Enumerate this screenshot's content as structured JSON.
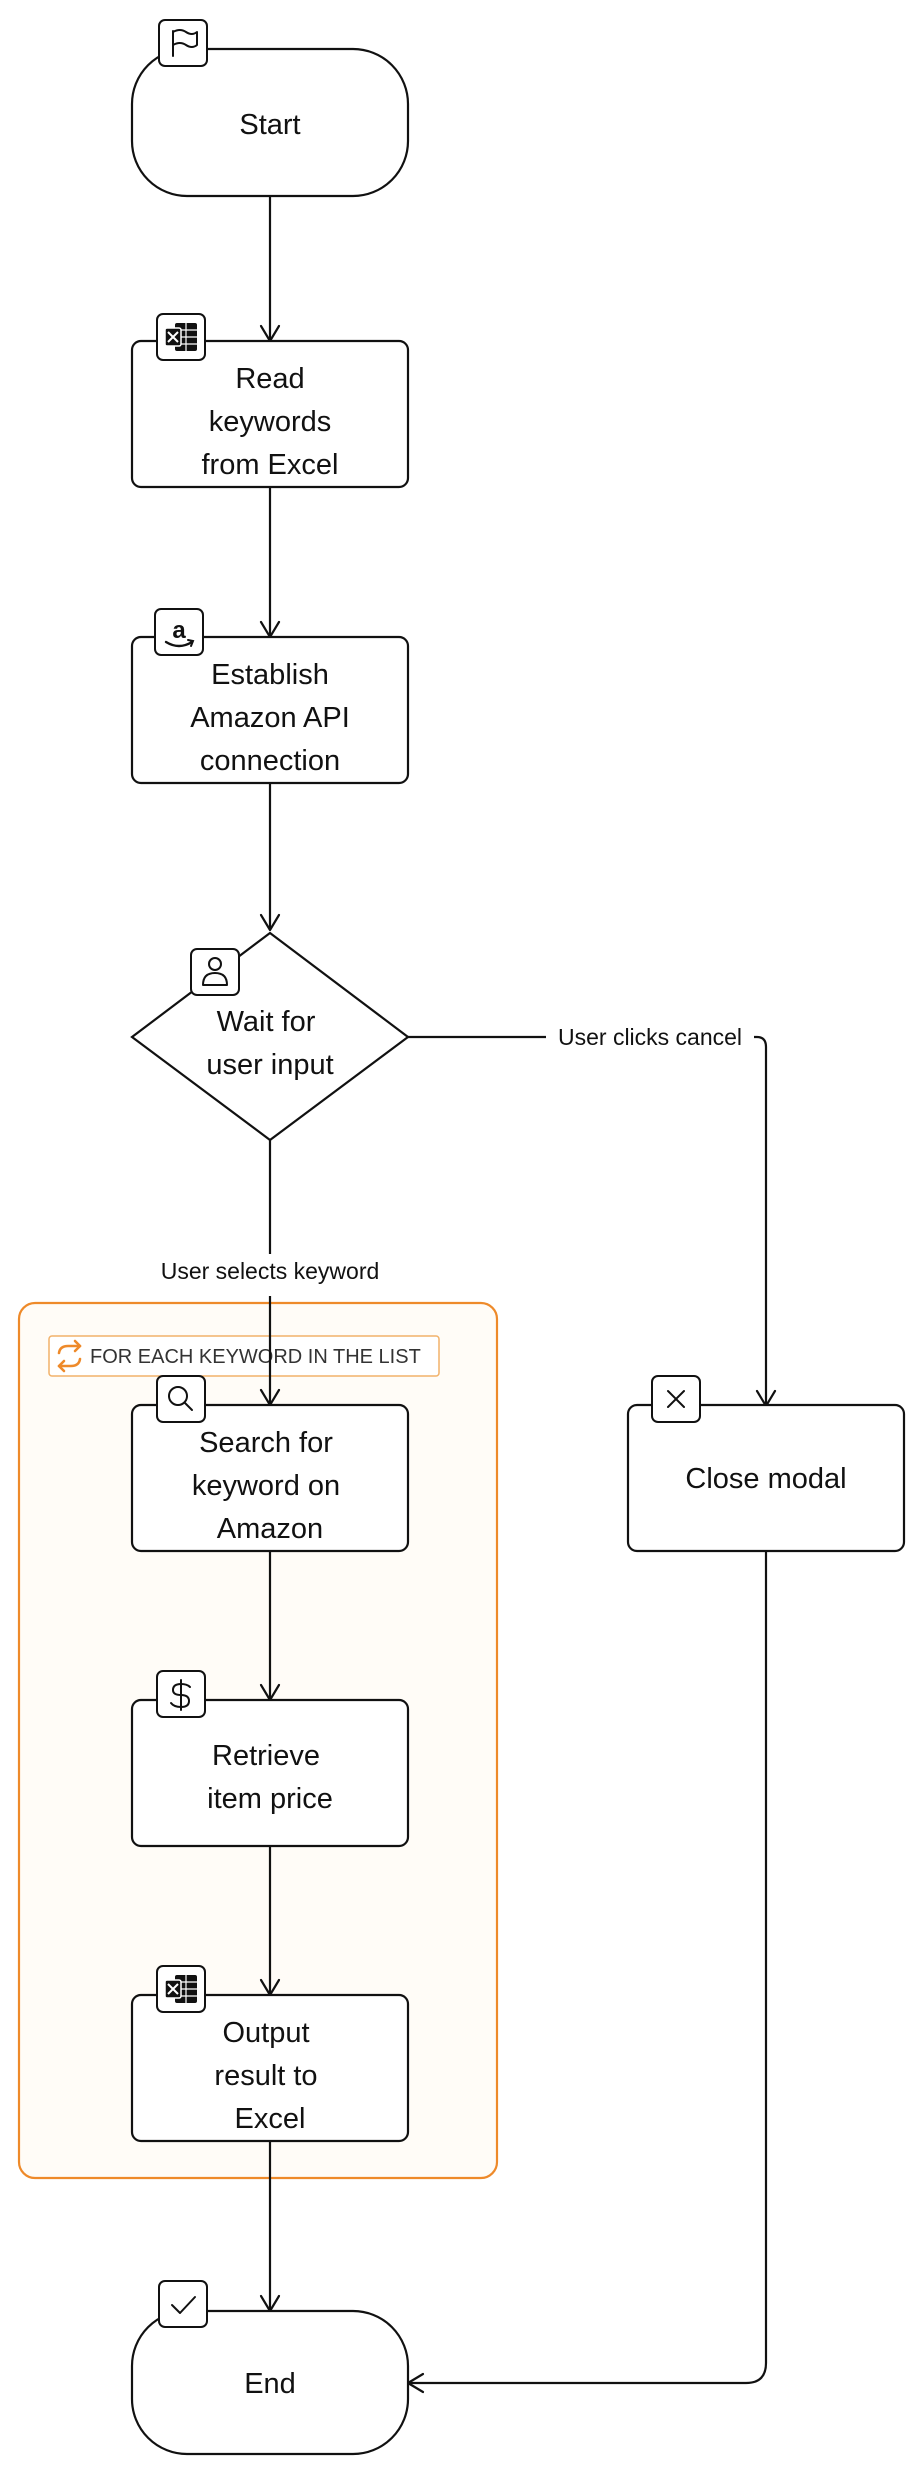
{
  "diagram": {
    "nodes": {
      "start": {
        "lines": [
          "Start"
        ],
        "icon": "flag-icon"
      },
      "read_keywords": {
        "lines": [
          "Read",
          "keywords",
          "from Excel"
        ],
        "icon": "excel-icon"
      },
      "amazon_api": {
        "lines": [
          "Establish",
          "Amazon API",
          "connection"
        ],
        "icon": "amazon-icon"
      },
      "wait_input": {
        "lines": [
          "Wait for",
          "user input"
        ],
        "icon": "user-icon"
      },
      "search_keyword": {
        "lines": [
          "Search for",
          "keyword on",
          "Amazon"
        ],
        "icon": "search-icon"
      },
      "retrieve_price": {
        "lines": [
          "Retrieve",
          "item price"
        ],
        "icon": "dollar-icon"
      },
      "output_result": {
        "lines": [
          "Output",
          "result to",
          "Excel"
        ],
        "icon": "excel-icon"
      },
      "close_modal": {
        "lines": [
          "Close modal"
        ],
        "icon": "close-icon"
      },
      "end": {
        "lines": [
          "End"
        ],
        "icon": "check-icon"
      }
    },
    "edges": {
      "user_cancel": "User clicks cancel",
      "user_selects": "User selects keyword"
    },
    "loop": {
      "label": "FOR EACH KEYWORD IN THE LIST",
      "icon": "loop-arrows-icon",
      "accent_color": "#ee8a2a",
      "fill_color": "#fffcf7"
    }
  }
}
